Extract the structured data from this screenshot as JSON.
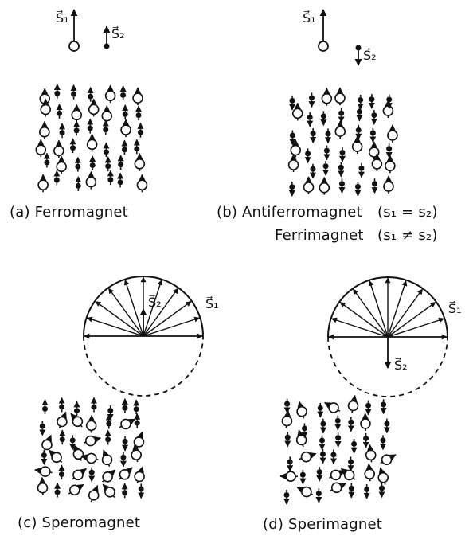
{
  "vectors": {
    "s1": "S⃗₁",
    "s2": "S⃗₂"
  },
  "captions": {
    "a": "(a) Ferromagnet",
    "b_main": "(b) Antiferromagnet",
    "b_cond_equal": "(s₁ = s₂)",
    "b_sub": "Ferrimagnet",
    "b_cond_unequal": "(s₁ ≠ s₂)",
    "c": "(c) Speromagnet",
    "d": "(d) Sperimagnet"
  },
  "colors": {
    "ink": "#111111",
    "paper": "#ffffff"
  },
  "icons": {
    "spin_large": "open-circle-arrow-icon",
    "spin_small": "filled-dot-arrow-icon"
  }
}
